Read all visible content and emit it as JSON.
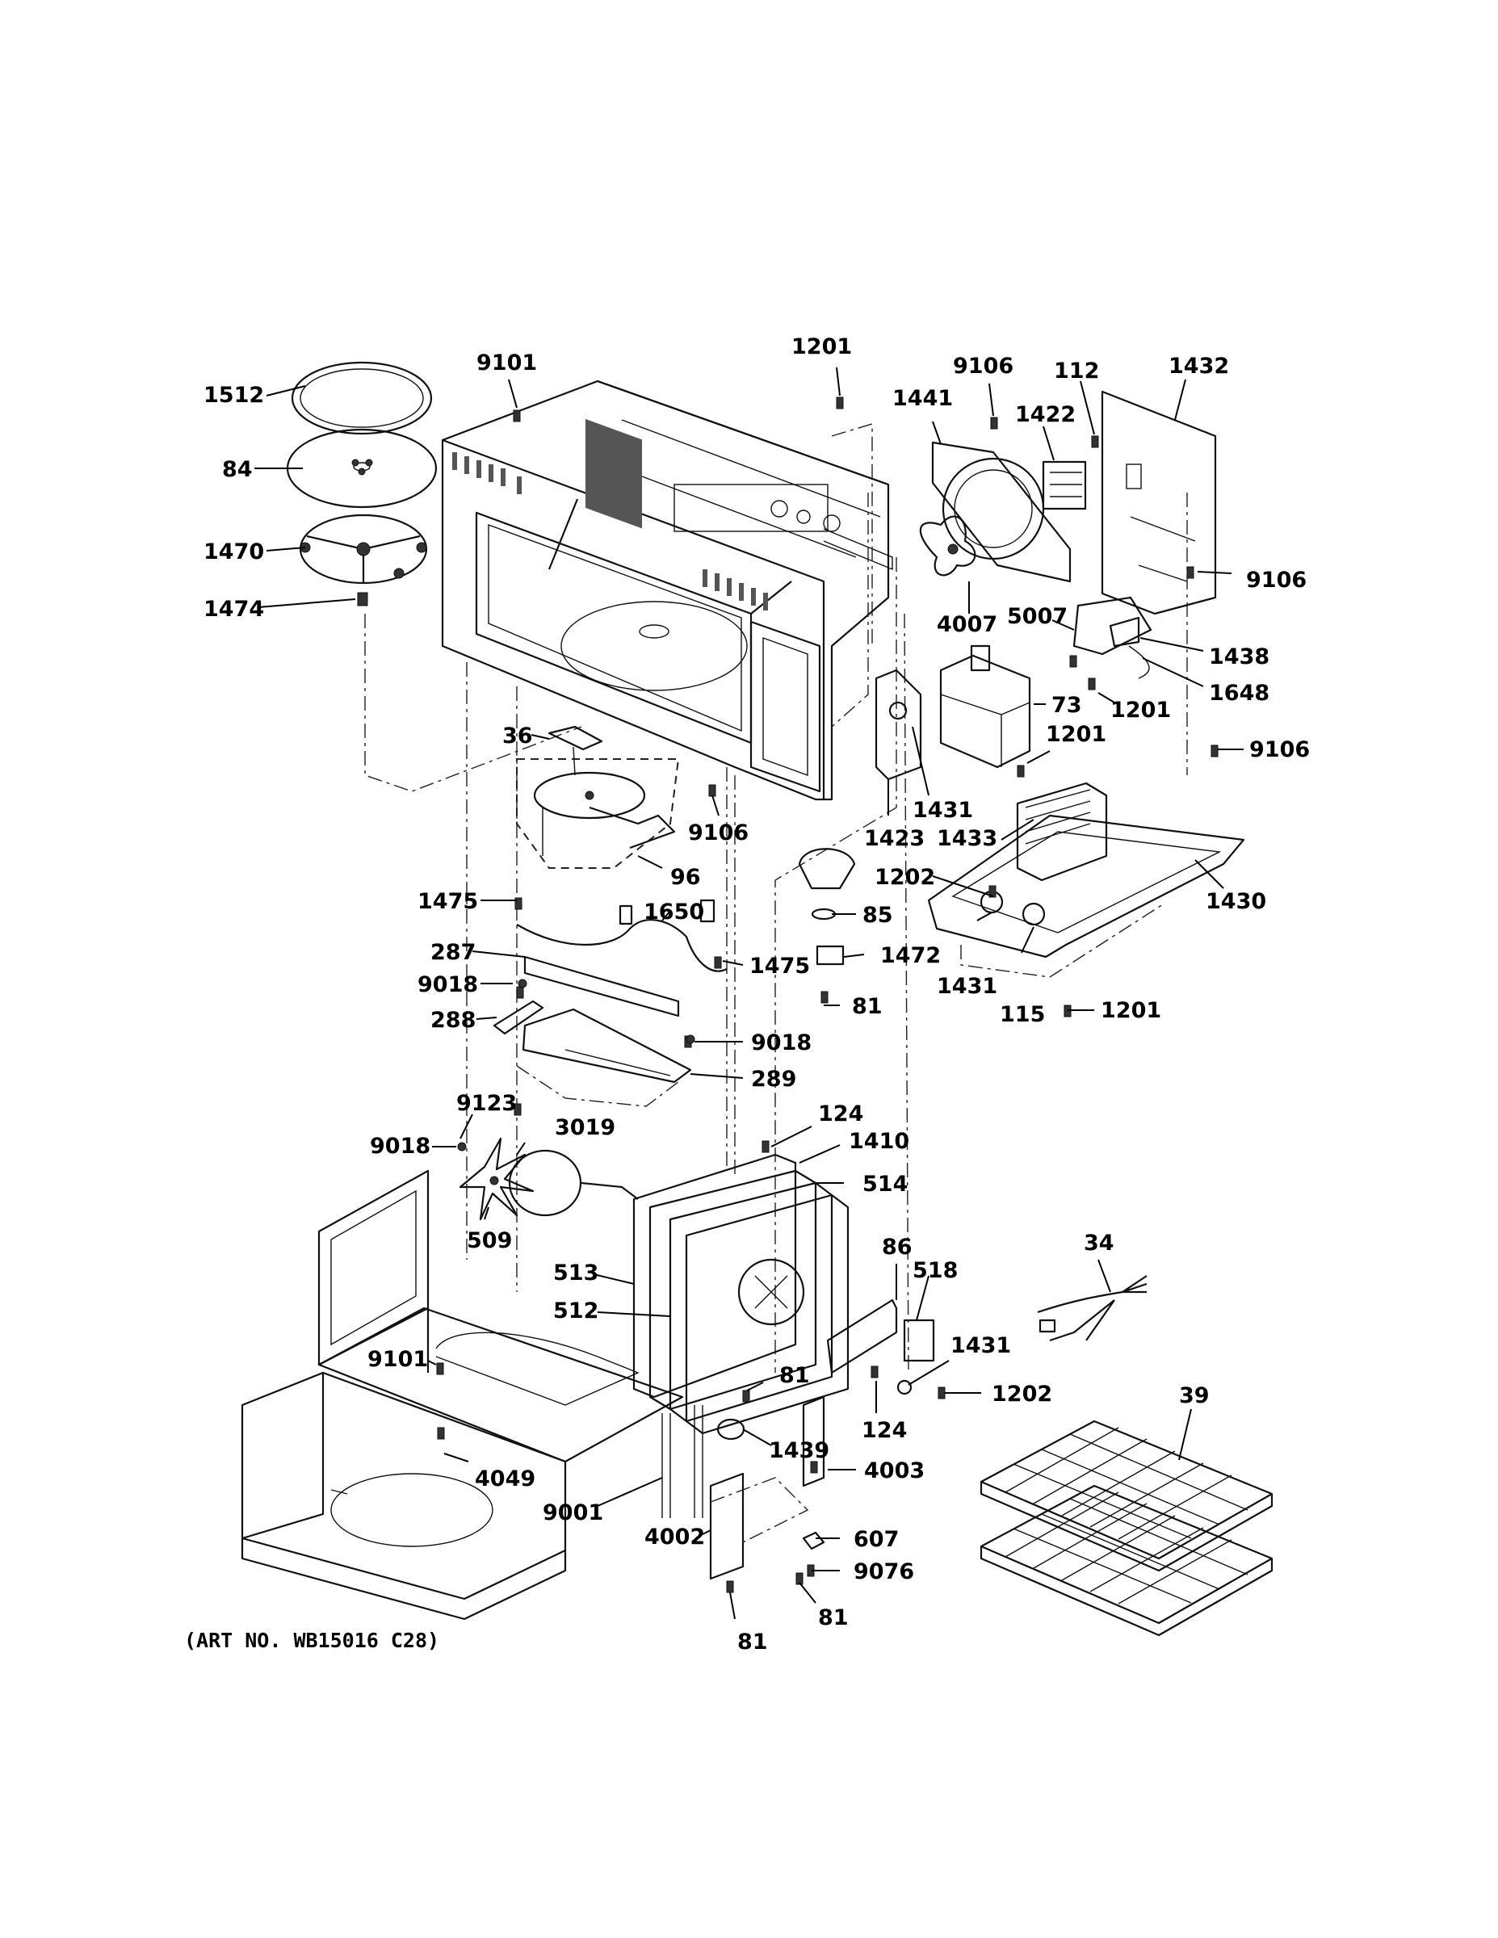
{
  "caption": "(ART NO. WB15016 C28)",
  "callouts": [
    "1512",
    "84",
    "1470",
    "1474",
    "9101",
    "1201",
    "9106",
    "1441",
    "112",
    "1422",
    "1432",
    "9106",
    "4007",
    "5007",
    "1438",
    "1648",
    "73",
    "1201",
    "1201",
    "9106",
    "36",
    "9106",
    "1431",
    "1423",
    "1433",
    "96",
    "1202",
    "1430",
    "1475",
    "1650",
    "85",
    "287",
    "1475",
    "1472",
    "9018",
    "1431",
    "115",
    "81",
    "1201",
    "288",
    "9018",
    "289",
    "9123",
    "3019",
    "124",
    "9018",
    "1410",
    "514",
    "509",
    "86",
    "518",
    "34",
    "513",
    "512",
    "1431",
    "9101",
    "81",
    "1202",
    "39",
    "124",
    "1439",
    "4003",
    "4049",
    "9001",
    "4002",
    "607",
    "9076",
    "81",
    "81"
  ]
}
